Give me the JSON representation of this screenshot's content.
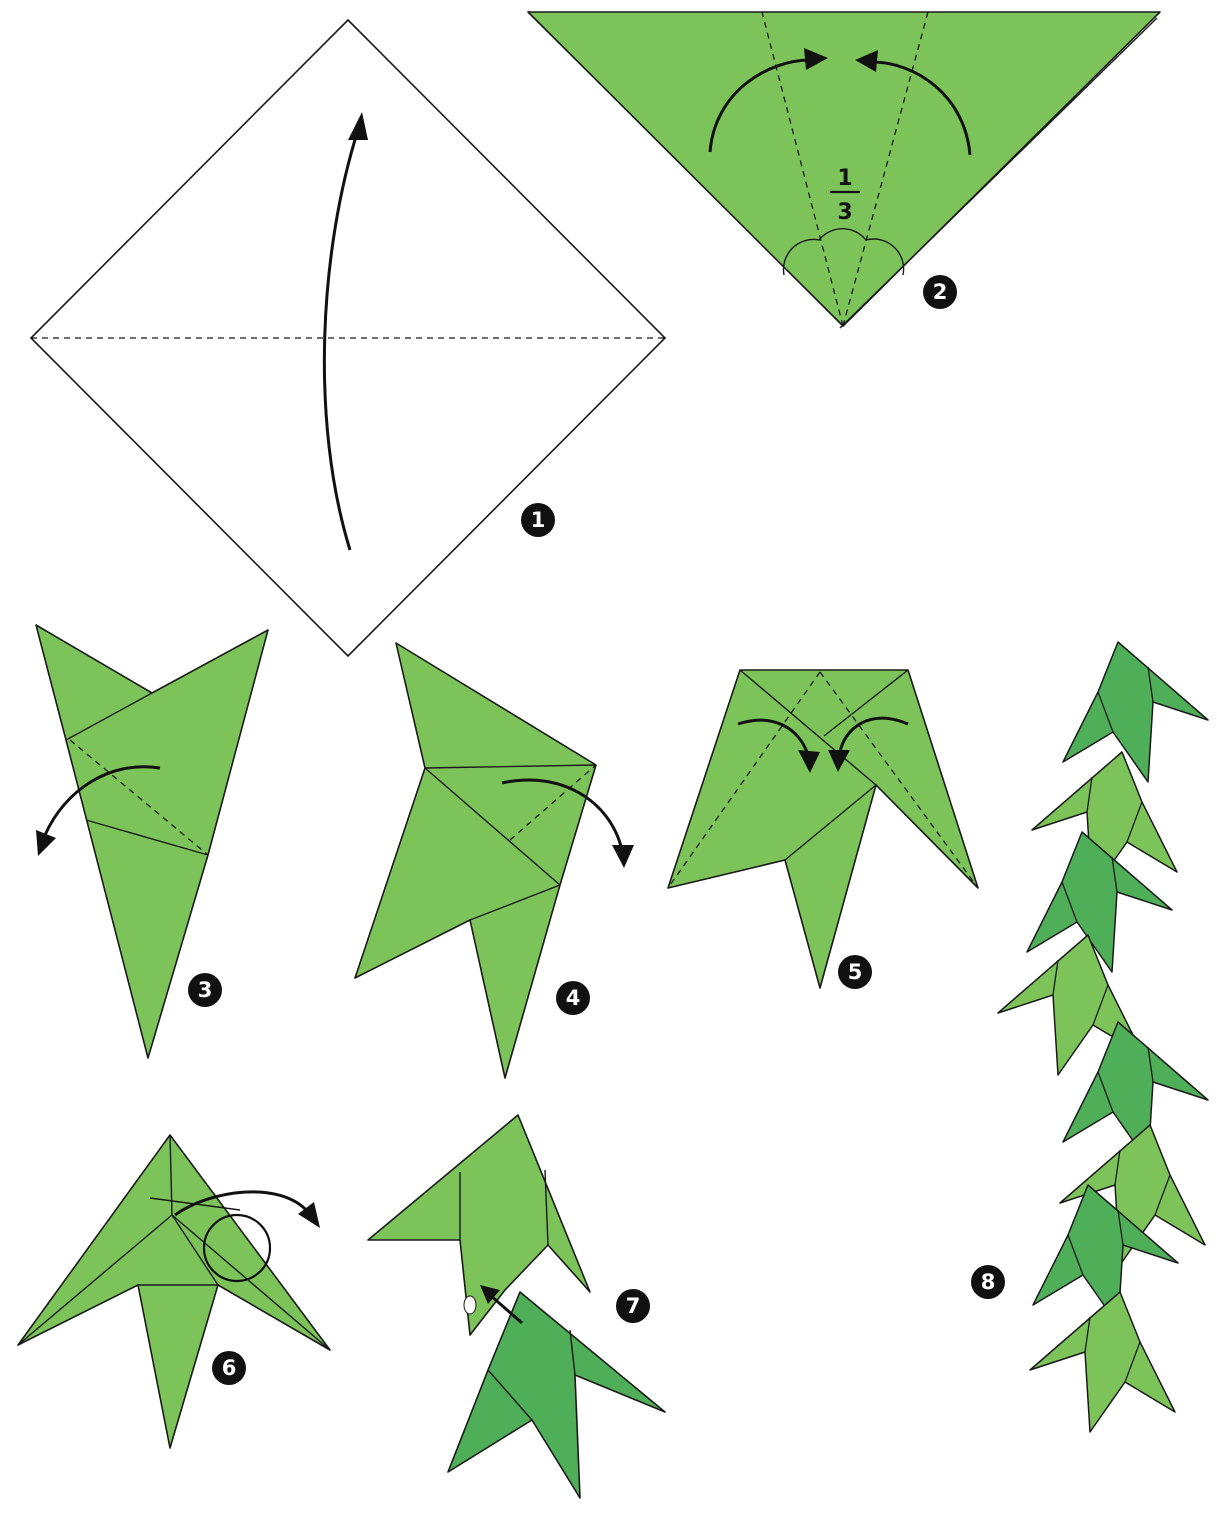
{
  "title": "",
  "steps": [
    {
      "number": "1"
    },
    {
      "number": "2"
    },
    {
      "number": "3"
    },
    {
      "number": "4"
    },
    {
      "number": "5"
    },
    {
      "number": "6"
    },
    {
      "number": "7"
    },
    {
      "number": "8"
    }
  ],
  "fraction": {
    "numerator": "1",
    "denominator": "3"
  },
  "colors": {
    "paper_light": "#7cc45a",
    "paper_mid": "#6bbb55",
    "paper_dark": "#4fae58",
    "outline": "#1a1a1a",
    "background": "#ffffff"
  },
  "icons": [
    "fold-arrow-icon",
    "step-number-badge"
  ]
}
